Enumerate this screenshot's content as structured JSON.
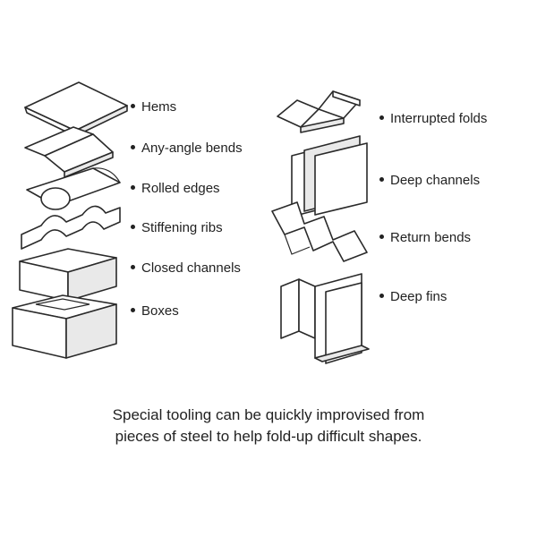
{
  "left_labels": [
    "Hems",
    "Any-angle bends",
    "Rolled edges",
    "Stiffening ribs",
    "Closed channels",
    "Boxes"
  ],
  "right_labels": [
    "Interrupted folds",
    "Deep channels",
    "Return bends",
    "Deep fins"
  ],
  "caption": {
    "line1": "Special tooling can be quickly improvised from",
    "line2": "pieces of steel to help fold-up difficult shapes."
  },
  "colors": {
    "ink": "#222222",
    "background": "#ffffff"
  }
}
